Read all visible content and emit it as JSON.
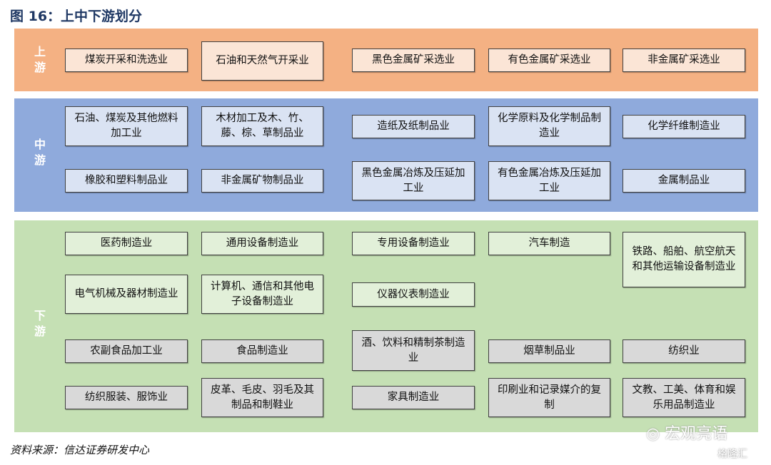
{
  "title": "图 16：上中下游划分",
  "source": "资料来源：信达证券研发中心",
  "watermark": "宏观亮语",
  "watermark2": "格隆汇",
  "bands": {
    "upstream": {
      "label": "上游",
      "color": "#f4b183",
      "items": [
        "煤炭开采和洗选业",
        "石油和天然气开采业",
        "黑色金属矿采选业",
        "有色金属矿采选业",
        "非金属矿采选业"
      ]
    },
    "midstream": {
      "label": "中游",
      "color": "#8faadc",
      "items": [
        "石油、煤炭及其他燃料加工业",
        "木材加工及木、竹、藤、棕、草制品业",
        "造纸及纸制品业",
        "化学原料及化学制品制造业",
        "化学纤维制造业",
        "橡胶和塑料制品业",
        "非金属矿物制品业",
        "黑色金属冶炼及压延加工业",
        "有色金属冶炼及压延加工业",
        "金属制品业"
      ]
    },
    "downstream": {
      "label": "下游",
      "color": "#c5e0b4",
      "items": [
        "医药制造业",
        "通用设备制造业",
        "专用设备制造业",
        "汽车制造",
        "铁路、船舶、航空航天和其他运输设备制造业",
        "电气机械及器材制造业",
        "计算机、通信和其他电子设备制造业",
        "仪器仪表制造业",
        "农副食品加工业",
        "食品制造业",
        "酒、饮料和精制茶制造业",
        "烟草制品业",
        "纺织业",
        "纺织服装、服饰业",
        "皮革、毛皮、羽毛及其制品和制鞋业",
        "家具制造业",
        "印刷业和记录媒介的复制",
        "文教、工美、体育和娱乐用品制造业"
      ]
    }
  }
}
